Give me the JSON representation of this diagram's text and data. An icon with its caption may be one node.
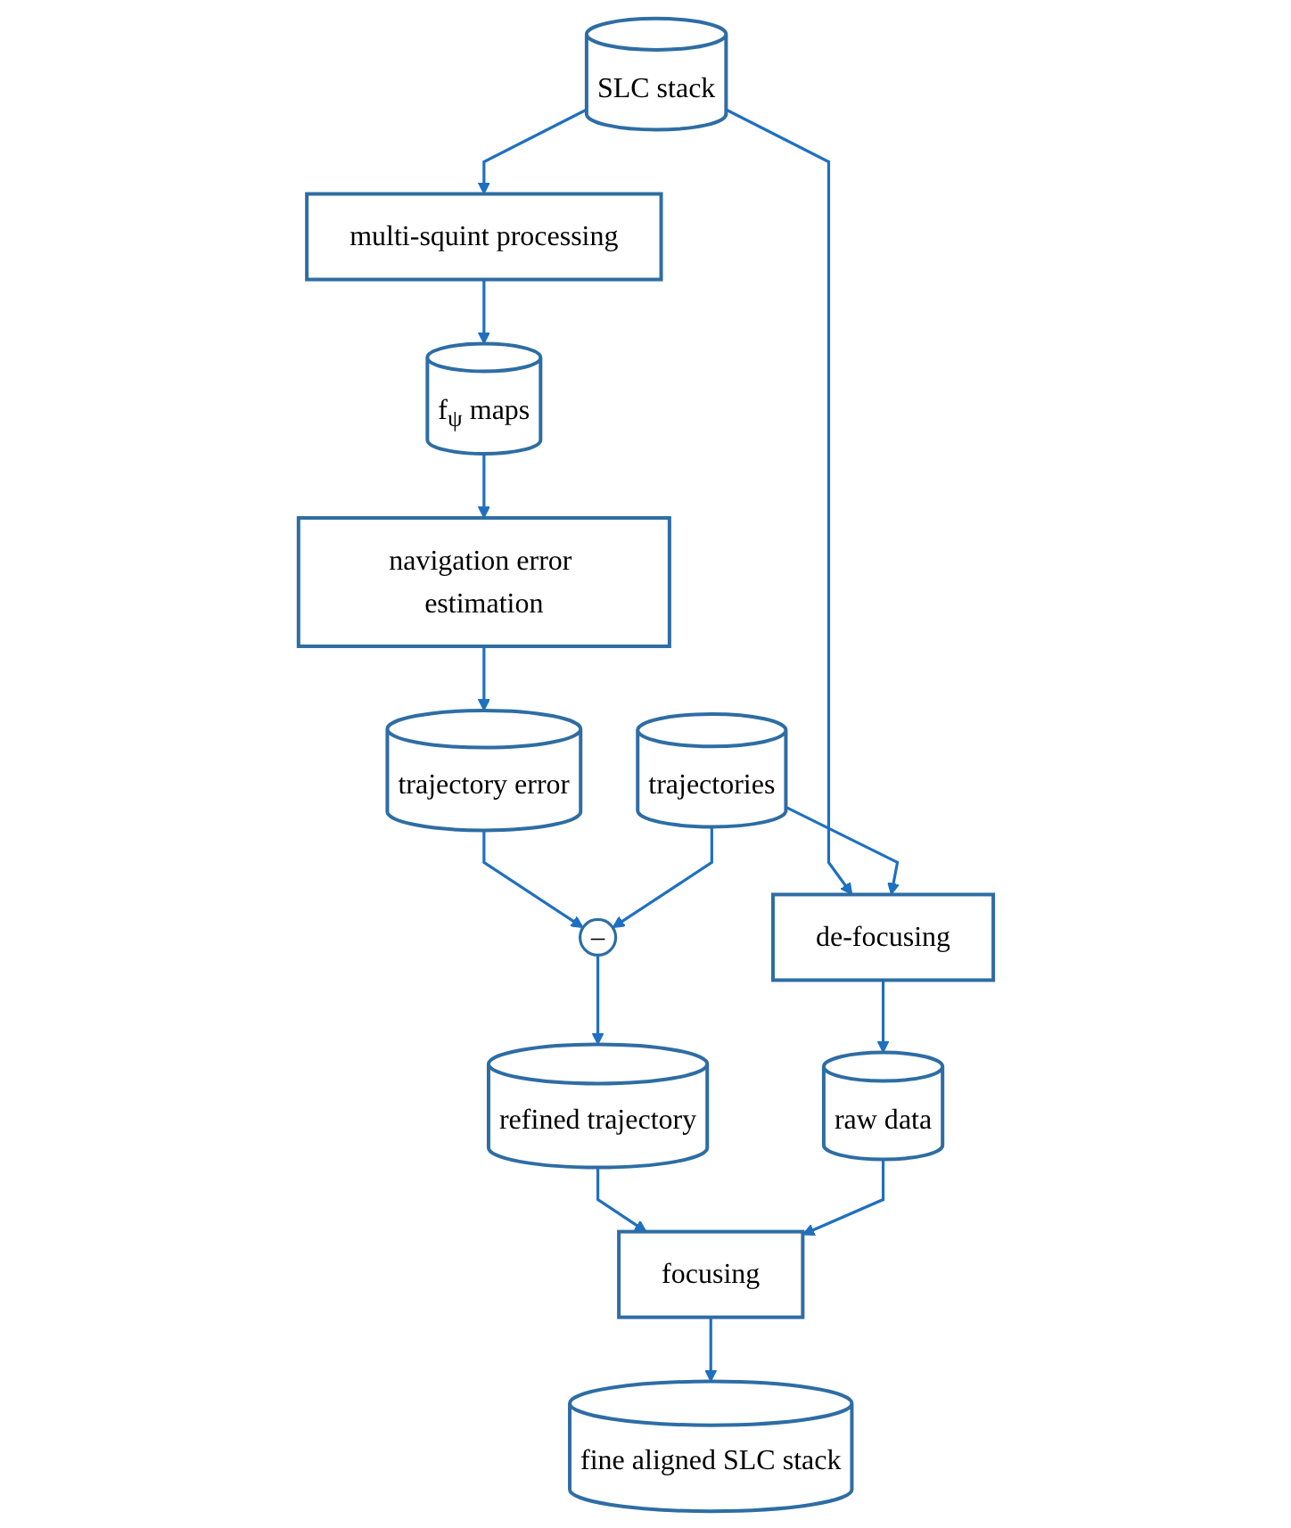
{
  "diagram": {
    "nodes": [
      {
        "text": [
          "multi-squint processing"
        ]
      },
      {
        "text": [
          "SLC stack"
        ]
      },
      {
        "text": [
          "f$_{ψ}$ maps"
        ]
      },
      {
        "text": [
          "trajectories"
        ]
      },
      {
        "text": [
          "de-focusing"
        ]
      },
      {
        "text": [
          "navigation error estimation"
        ]
      },
      {
        "text": [
          "raw data"
        ]
      },
      {
        "text": [
          "trajectory error"
        ]
      },
      {
        "text": [
          "–"
        ]
      },
      {
        "text": [
          "refined trajectory"
        ]
      },
      {
        "text": [
          "focusing"
        ]
      },
      {
        "text": [
          "fine aligned SLC stack"
        ]
      }
    ],
    "edges": [
      {
        "from": 1,
        "to": 0,
        "arrow": "to"
      },
      {
        "from": 1,
        "to": 4,
        "arrow": "to"
      },
      {
        "from": 0,
        "to": 2,
        "arrow": "to"
      },
      {
        "from": 3,
        "to": 4,
        "arrow": "to"
      },
      {
        "from": 2,
        "to": 5,
        "arrow": "to"
      },
      {
        "from": 4,
        "to": 6,
        "arrow": "to"
      },
      {
        "from": 5,
        "to": 7,
        "arrow": "to"
      },
      {
        "from": 7,
        "to": 8,
        "arrow": "to"
      },
      {
        "from": 3,
        "to": 8,
        "arrow": "to"
      },
      {
        "from": 8,
        "to": 9,
        "arrow": "to"
      },
      {
        "from": 9,
        "to": 10,
        "arrow": "to"
      },
      {
        "from": 6,
        "to": 10,
        "arrow": "to"
      },
      {
        "from": 10,
        "to": 11,
        "arrow": "to"
      }
    ]
  }
}
